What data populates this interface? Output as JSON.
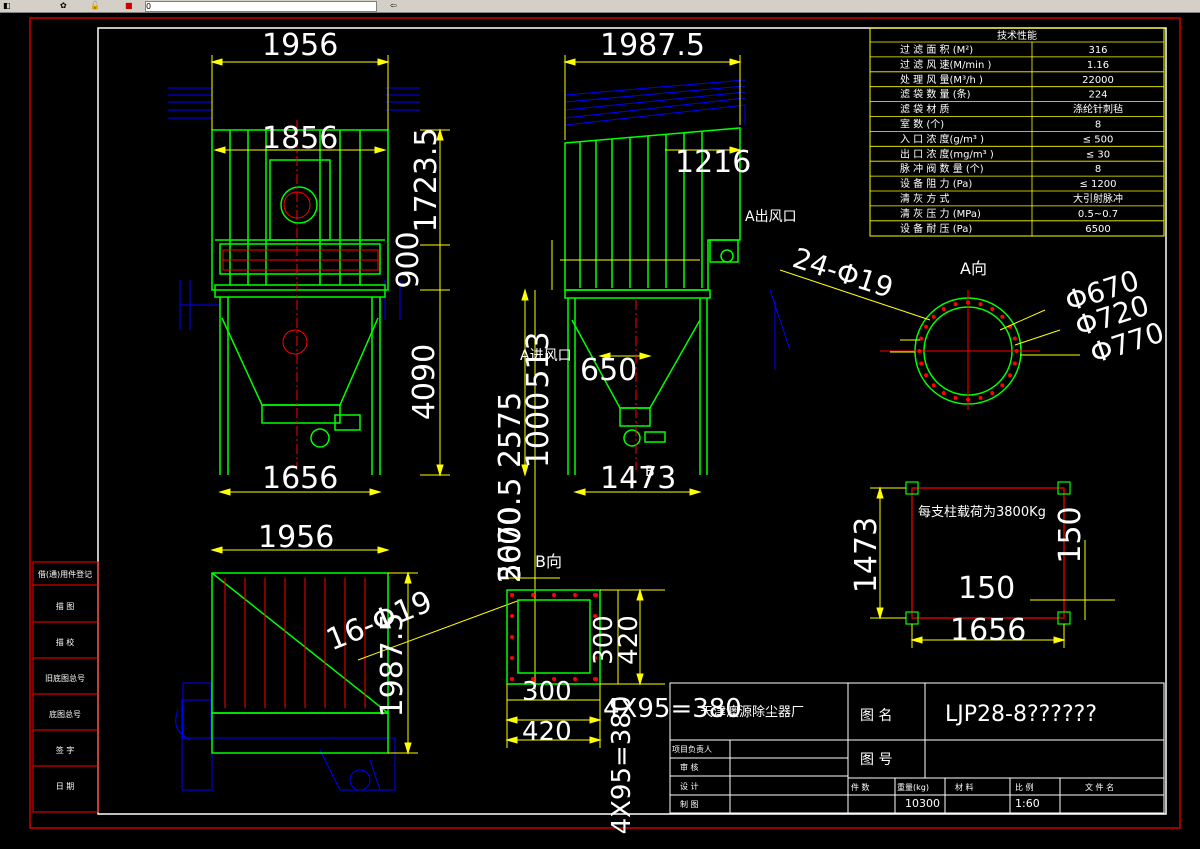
{
  "toolbar": {
    "layer_name": "0",
    "items": [
      "layer-icon",
      "freeze-icon",
      "lock-icon",
      "color-icon",
      "layer-previous-icon"
    ]
  },
  "colors": {
    "background": "#000000",
    "border": "#ff0000",
    "frame": "#ffffff",
    "outline": "#00ff00",
    "dimension": "#ffff00",
    "centerline": "#ff0000",
    "hidden": "#0000ff",
    "table_line": "#ffff00"
  },
  "front_view": {
    "dims": {
      "top_width": "1956",
      "inner_width": "1856",
      "height_a": "1723.5",
      "height_b": "900",
      "height_c": "4090",
      "bottom_width": "1656"
    }
  },
  "side_view": {
    "dims": {
      "top_width": "1987.5",
      "outlet": "1216",
      "inlet_size": "650",
      "bottom_width": "1473",
      "left_a": "513",
      "left_b": "2575",
      "left_c": "1000",
      "left_d": "2600",
      "left_e": "5070.5"
    },
    "labels": {
      "outlet": "A出风口",
      "inlet": "A进风口",
      "b_mark": "B"
    }
  },
  "top_view": {
    "dims": {
      "width": "1956",
      "depth": "1987.5",
      "holes": "16-Φ19"
    }
  },
  "flange_a": {
    "title": "A向",
    "holes": "24-Φ19",
    "d1": "Φ670",
    "d2": "Φ720",
    "d3": "Φ770"
  },
  "flange_b": {
    "title": "B向",
    "dim_300_h": "300",
    "dim_420_h": "420",
    "dim_300_v": "300",
    "dim_420_v": "420",
    "pitch_h": "4X95=380",
    "pitch_v": "4X95=380"
  },
  "foundation": {
    "note": "每支柱载荷为3800Kg",
    "depth": "1473",
    "width": "1656",
    "plate_h": "150",
    "plate_v": "150"
  },
  "spec_table": {
    "title": "技术性能",
    "rows": [
      [
        "过 滤 面 积 (M²)",
        "316"
      ],
      [
        "过 滤 风 速(M/min )",
        "1.16"
      ],
      [
        "处 理 风 量(M³/h )",
        "22000"
      ],
      [
        "滤 袋 数 量 (条)",
        "224"
      ],
      [
        "滤 袋 材 质",
        "涤纶针刺毡"
      ],
      [
        "室      数 (个)",
        "8"
      ],
      [
        "入 口 浓 度(g/m³ )",
        "≤ 500"
      ],
      [
        "出 口 浓 度(mg/m³ )",
        "≤ 30"
      ],
      [
        "脉 冲 阀 数 量 (个)",
        "8"
      ],
      [
        "设 备 阻 力 (Pa)",
        "≤ 1200"
      ],
      [
        "清 灰 方 式",
        "大引射脉冲"
      ],
      [
        "清 灰 压 力 (MPa)",
        "0.5~0.7"
      ],
      [
        "设 备 耐 压 (Pa)",
        "6500"
      ]
    ]
  },
  "left_panel": {
    "rows": [
      "借(通)用件登记",
      "描      图",
      "描      校",
      "旧底图总号",
      "底图总号",
      "签      字",
      "日      期"
    ]
  },
  "title_block": {
    "company": "天津澳源除尘器厂",
    "name_label": "图      名",
    "drawing_name": "LJP28-8??????",
    "number_label": "图      号",
    "project_lead": "项目负责人",
    "review": "审      核",
    "design": "设      计",
    "draft": "制      图",
    "cols": [
      "件      数",
      "重量(kg)",
      "材      料",
      "比      例",
      "文 件 名"
    ],
    "weight": "10300",
    "scale": "1:60"
  }
}
